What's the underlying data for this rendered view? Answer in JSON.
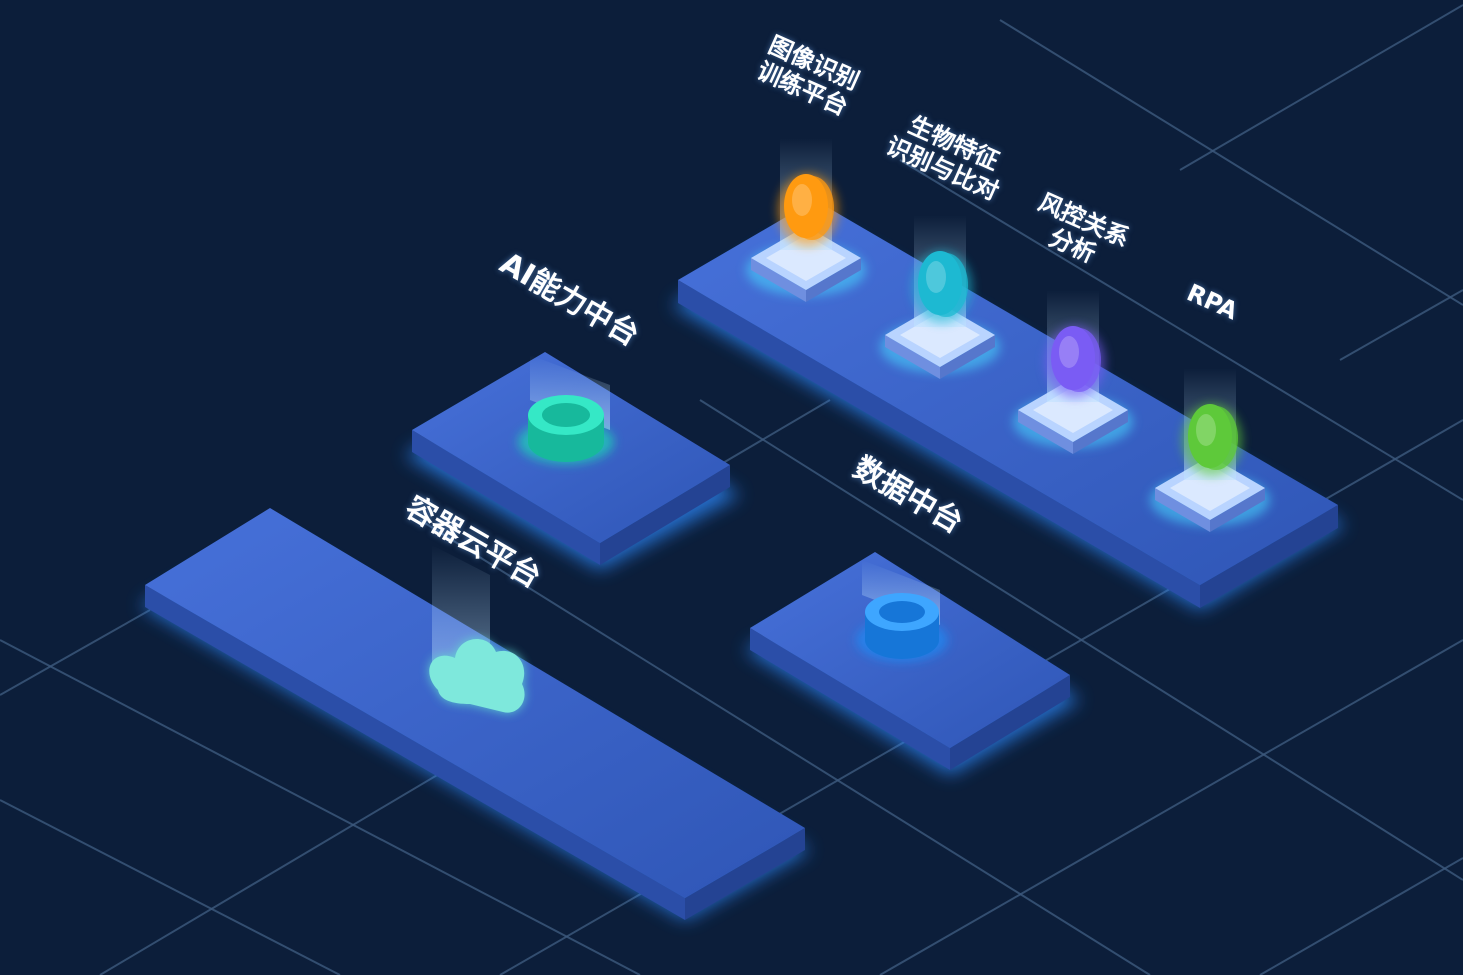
{
  "platforms": {
    "container_cloud": {
      "label": "容器云平台",
      "icon": "cloud-icon"
    },
    "ai_capability": {
      "label": "AI能力中台",
      "icon": "cylinder-icon"
    },
    "data_platform": {
      "label": "数据中台",
      "icon": "cylinder-icon"
    },
    "app_row": {
      "apps": [
        {
          "lines": [
            "图像识别",
            "训练平台"
          ],
          "icon": "coin-icon",
          "color": "#ff9a10"
        },
        {
          "lines": [
            "生物特征",
            "识别与比对"
          ],
          "icon": "coin-icon",
          "color": "#1db9d2"
        },
        {
          "lines": [
            "风控关系",
            "分析"
          ],
          "icon": "coin-icon",
          "color": "#7a5cf4"
        },
        {
          "lines": [
            "RPA"
          ],
          "icon": "coin-icon",
          "color": "#5ec93a"
        }
      ]
    }
  },
  "colors": {
    "background": "#0c1e3a",
    "grid": "#3d5a7e",
    "slab_top": "#3c64cc",
    "slab_side": "#2b4ea8",
    "glow": "#2f8bff",
    "ai_cylinder": "#1ed6b6",
    "data_cylinder": "#1f8cf5",
    "cloud": "#5fd6d2"
  }
}
